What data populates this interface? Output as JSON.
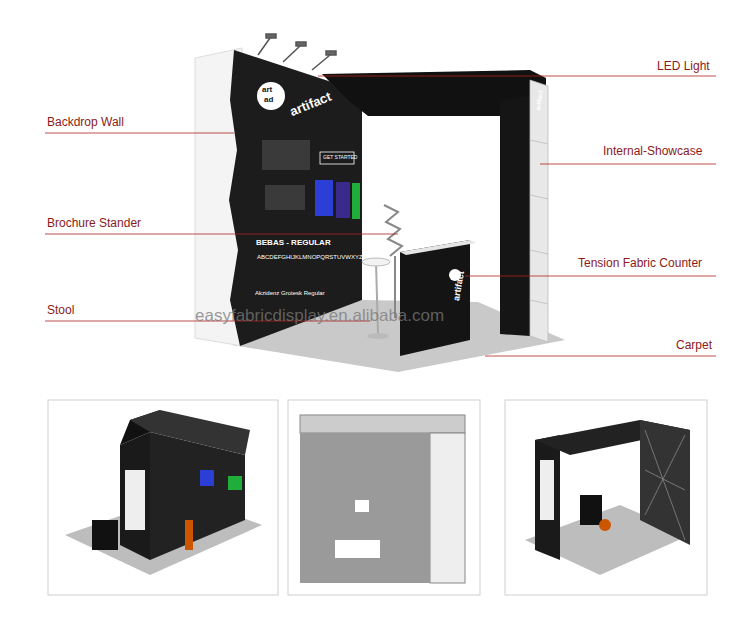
{
  "diagram": {
    "labels": [
      "Backdrop Wall",
      "LED Light",
      "Internal-Showcase",
      "Brochure Stander",
      "Tension Fabric Counter",
      "Stool",
      "Carpet",
      "artifact",
      "art",
      "ad",
      "GET STARTED",
      "BEBAS - REGULAR",
      "ABCDEFGHIJKLMNOPQRSTUVWXYZ",
      "Akzidenz Grotesk Regular",
      "artifact",
      "artifact",
      "easyfabricdisplay.en.alibaba.com"
    ]
  }
}
